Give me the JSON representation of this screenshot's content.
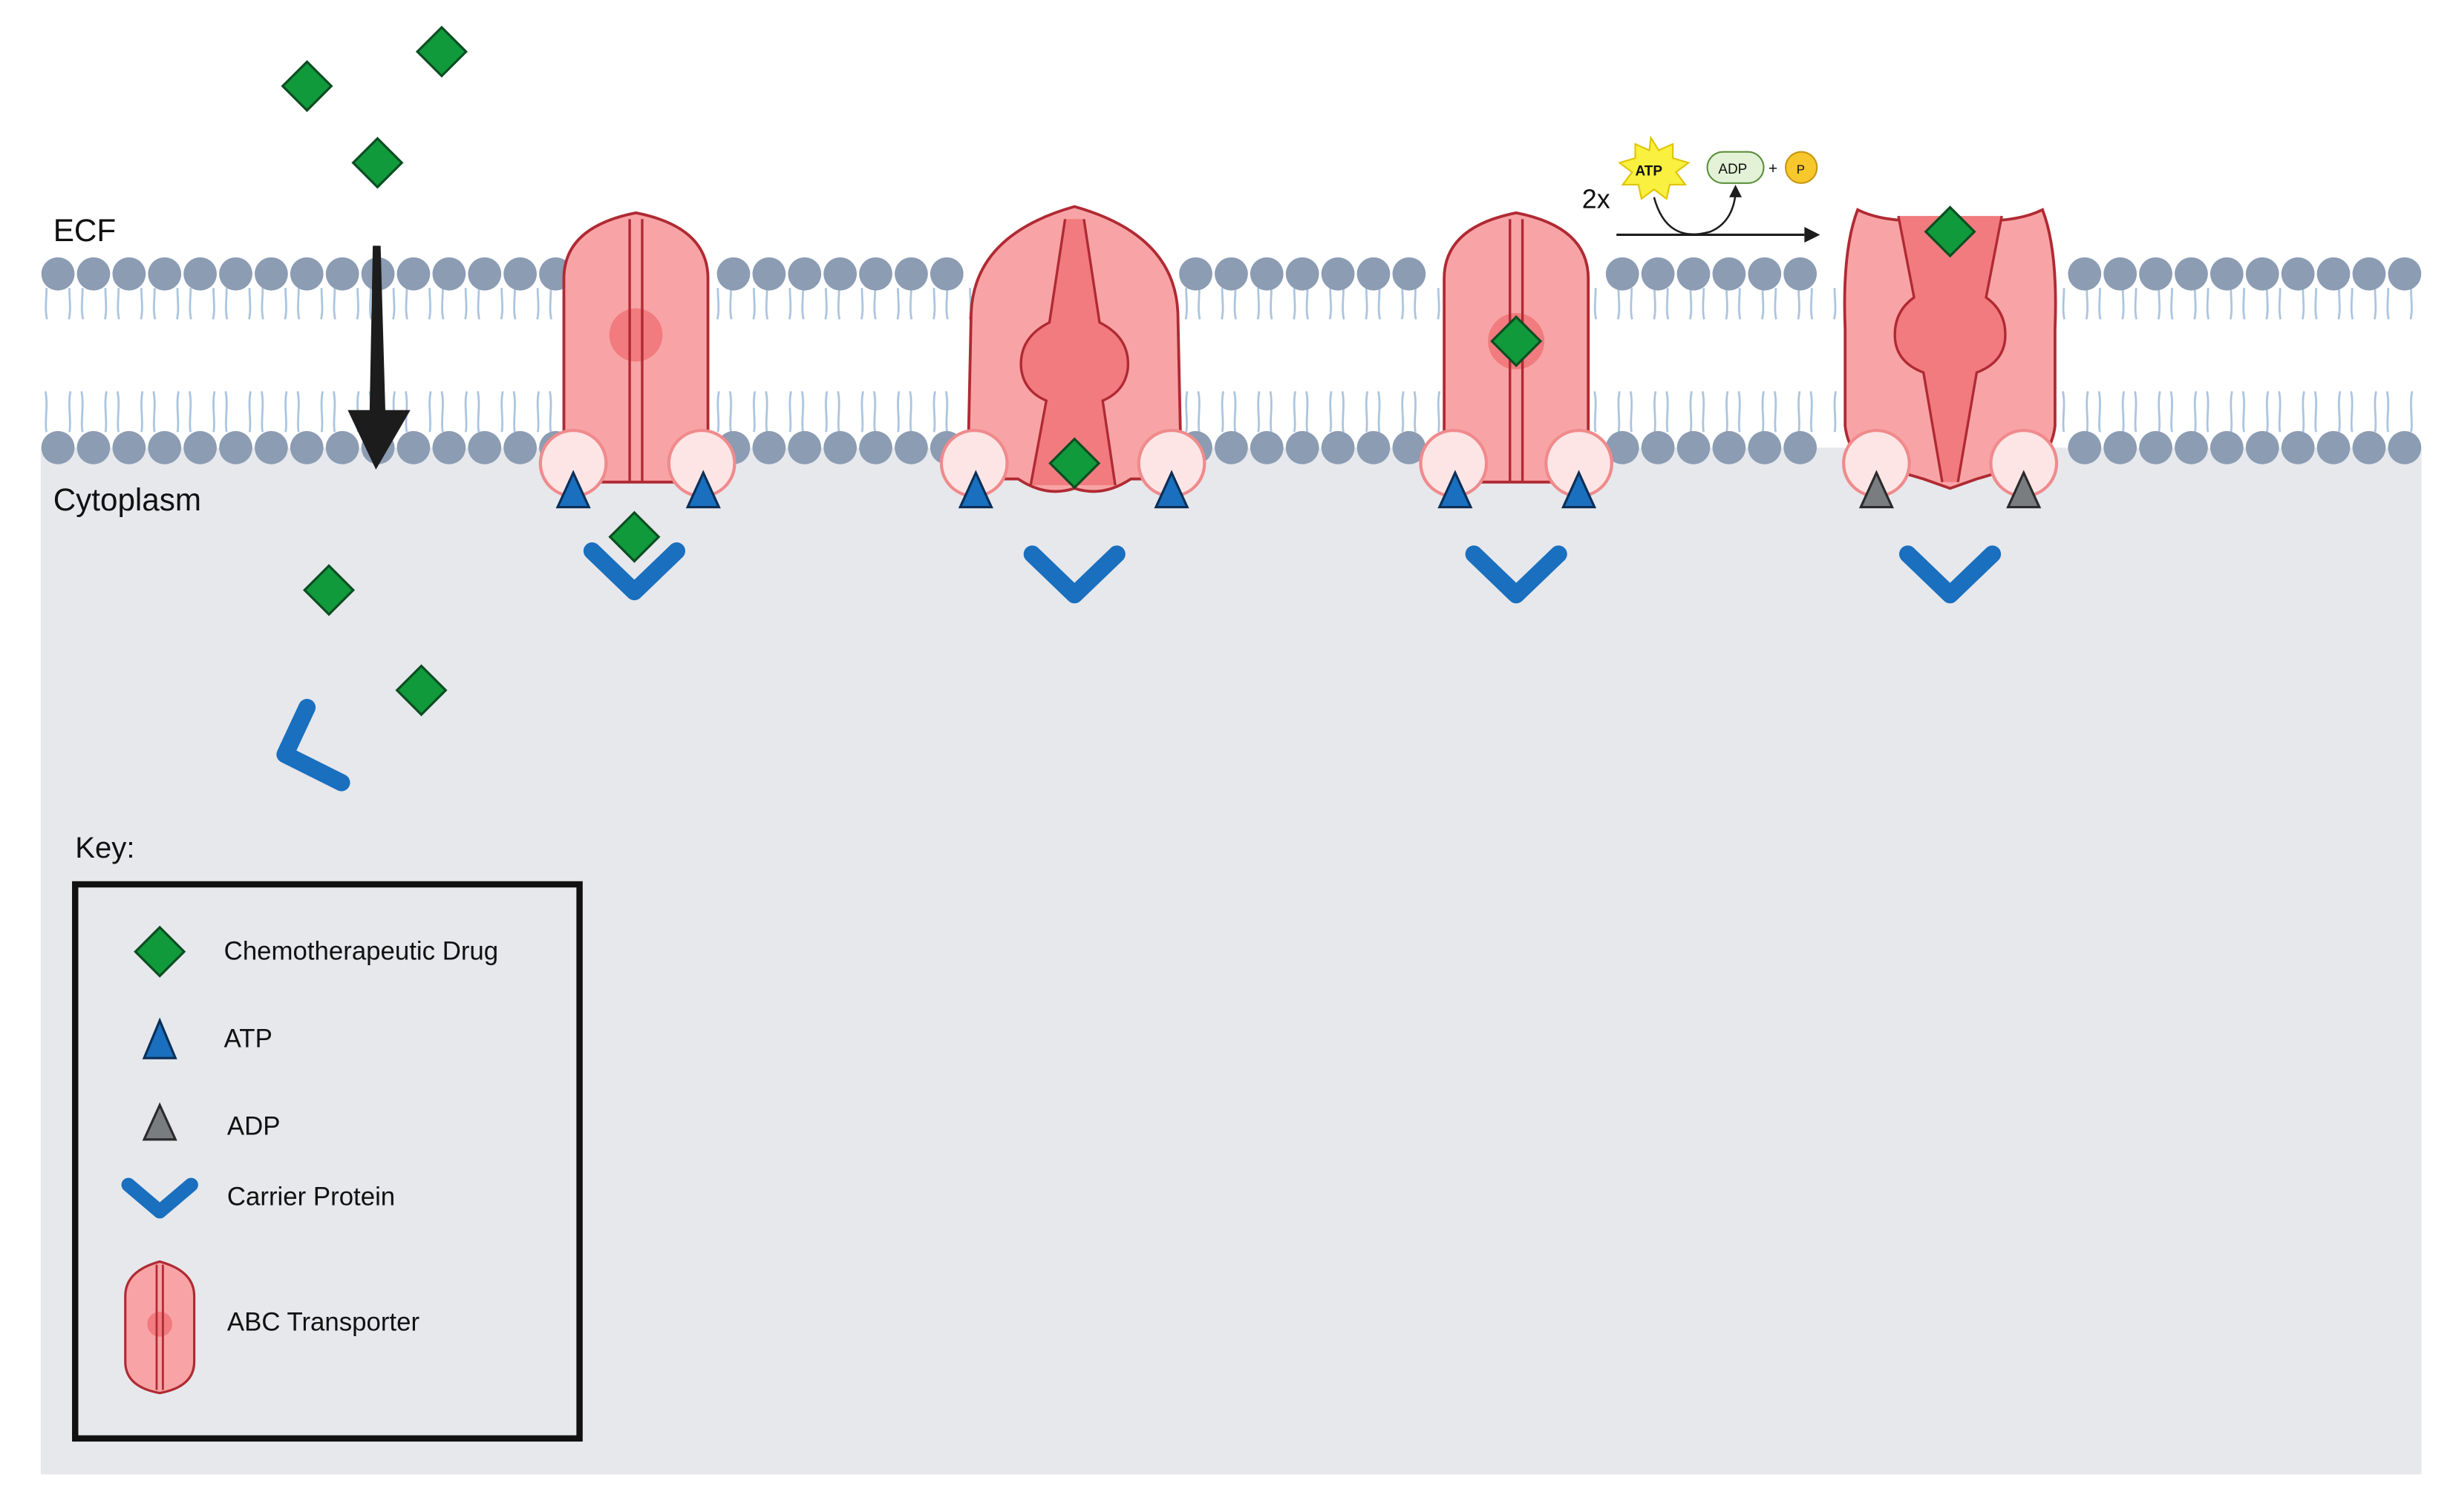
{
  "regions": {
    "ecf_label": "ECF",
    "cytoplasm_label": "Cytoplasm"
  },
  "reaction": {
    "multiplier": "2x",
    "atp_label": "ATP",
    "adp_label": "ADP",
    "plus": "+",
    "phosphate_label": "P"
  },
  "key": {
    "title": "Key:",
    "items": [
      {
        "icon": "drug-diamond-icon",
        "label": "Chemotherapeutic Drug"
      },
      {
        "icon": "atp-triangle-icon",
        "label": "ATP"
      },
      {
        "icon": "adp-triangle-icon",
        "label": "ADP"
      },
      {
        "icon": "carrier-protein-icon",
        "label": "Carrier Protein"
      },
      {
        "icon": "abc-transporter-icon",
        "label": "ABC Transporter"
      }
    ]
  },
  "colors": {
    "drug": "#109a3c",
    "atp": "#1a6fbe",
    "adp": "#7a7d80",
    "carrier": "#1a6fbe",
    "transporter_fill": "#f8a4a6",
    "transporter_core": "#f17b7e",
    "transporter_stroke": "#b02a33",
    "lipid_head": "#8b9cb3",
    "lipid_tail": "#a9c4e0",
    "cytoplasm": "#e6e8ec"
  }
}
